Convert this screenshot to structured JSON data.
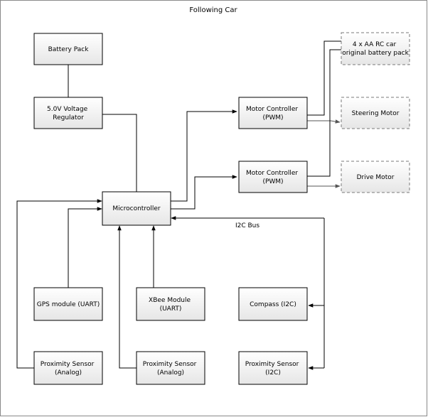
{
  "diagram": {
    "title": "Following Car",
    "bus_label": "I2C Bus",
    "nodes": {
      "battery_pack": [
        "Battery Pack"
      ],
      "voltage_regulator": [
        "5.0V Voltage",
        "Regulator"
      ],
      "microcontroller": [
        "Microcontroller"
      ],
      "motor_controller_1": [
        "Motor Controller",
        "(PWM)"
      ],
      "motor_controller_2": [
        "Motor Controller",
        "(PWM)"
      ],
      "aa_battery_pack": [
        "4 x AA RC car",
        "original battery pack"
      ],
      "steering_motor": [
        "Steering Motor"
      ],
      "drive_motor": [
        "Drive Motor"
      ],
      "gps_module": [
        "GPS module (UART)"
      ],
      "xbee_module": [
        "XBee Module",
        "(UART)"
      ],
      "compass": [
        "Compass (I2C)"
      ],
      "prox_analog_1": [
        "Proximity Sensor",
        "(Analog)"
      ],
      "prox_analog_2": [
        "Proximity Sensor",
        "(Analog)"
      ],
      "prox_i2c": [
        "Proximity Sensor",
        "(I2C)"
      ]
    }
  }
}
